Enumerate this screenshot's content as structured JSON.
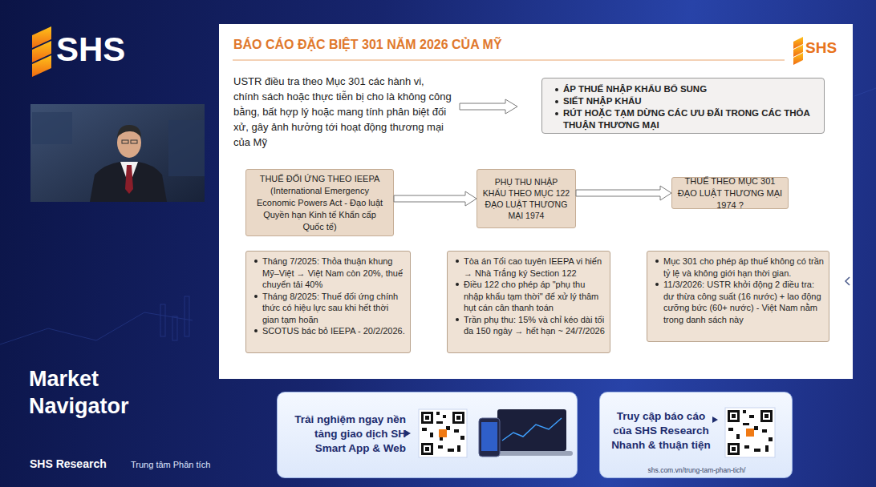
{
  "diagram": {
    "title": "BÁO CÁO ĐẶC BIỆT 301 NĂM 2026 CỦA MỸ",
    "nodes": [
      {
        "text": [
          "ÁP THUẾ NHẬP KHẨU BỔ SUNG",
          "SIẾT NHẬP KHẨU",
          "RÚT HOẶC TẠM DỪNG CÁC ƯU ĐÃI TRONG CÁC THỎA THUẬN THƯƠNG MẠI"
        ]
      },
      {
        "text": [
          "THUẾ ĐỐI ỨNG THEO IEEPA",
          "(International Emergency Economic Powers Act - Đạo luật Quyền hạn Kinh tế Khẩn cấp Quốc tế)"
        ]
      },
      {
        "text": [
          "PHỤ THU NHẬP KHẨU THEO MỤC 122 ĐẠO LUẬT THƯƠNG MẠI 1974"
        ]
      },
      {
        "text": [
          "THUẾ THEO MỤC 301 ĐẠO LUẬT THƯƠNG MẠI 1974 ?"
        ]
      },
      {
        "text": [
          "Tháng 7/2025: Thỏa thuận khung Mỹ–Việt → Việt Nam còn 20%, thuế chuyển tải 40%",
          "Tháng 8/2025: Thuế đối ứng chính thức có hiệu lực sau khi hết thời gian tạm hoãn",
          "SCOTUS bác bỏ IEEPA - 20/2/2026."
        ]
      },
      {
        "text": [
          "Tòa án Tối cao tuyên IEEPA vi hiến → Nhà Trắng ký Section 122",
          "Điều 122 cho phép áp \"phụ thu nhập khẩu tạm thời\" để xử lý thâm hụt cán cân thanh toán",
          "Trần phụ thu: 15% và chỉ kéo dài tối đa 150 ngày → hết hạn ~ 24/7/2026"
        ]
      },
      {
        "text": [
          "Mục 301 cho phép áp thuế không có trần tỷ lệ và không giới hạn thời gian.",
          "11/3/2026: USTR khởi động 2 điều tra: dư thừa công suất (16 nước) + lao động cưỡng bức (60+ nước) - Việt Nam nằm trong danh sách này"
        ]
      },
      {
        "text": [
          "Trải nghiệm ngay nền tảng giao dịch SH Smart App & Web"
        ]
      },
      {
        "text": [
          "Truy cập báo cáo của SHS Research Nhanh & thuận tiện",
          "shs.com.vn/trung-tam-phan-tich/"
        ]
      }
    ],
    "edges": [
      {
        "from": 1,
        "to": 2,
        "arrow": "to"
      },
      {
        "from": 2,
        "to": 3,
        "arrow": "to"
      }
    ],
    "labels": [
      "SHS",
      "SHS",
      "USTR điều tra theo Mục 301 các hành vi, chính sách hoặc thực tiễn bị cho là không công bằng, bất hợp lý hoặc mang tính phân biệt đối xử, gây ảnh hưởng tới hoạt động thương mại của Mỹ",
      "Market Navigator",
      "SHS Research",
      "Trung tâm Phân tích"
    ]
  }
}
